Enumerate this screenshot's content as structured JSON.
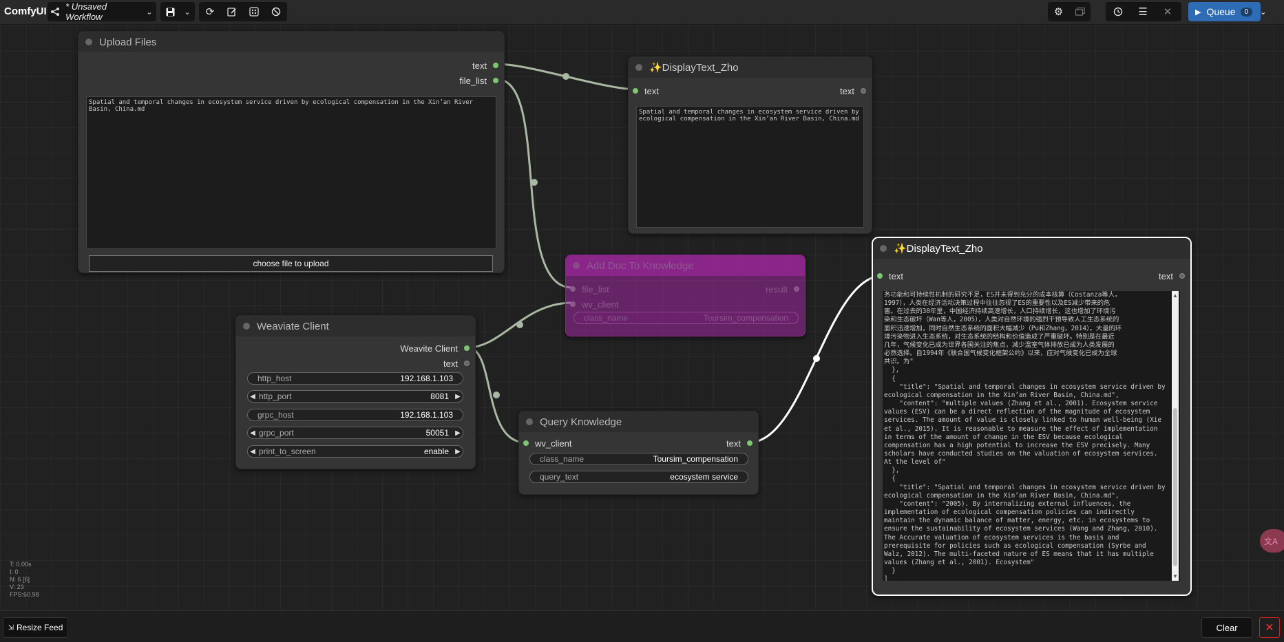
{
  "app": {
    "brand": "ComfyUI",
    "workflow_title": "* Unsaved Workflow"
  },
  "toolbar": {
    "queue_label": "Queue",
    "queue_count": "0"
  },
  "nodes": {
    "upload_files": {
      "title": "Upload Files",
      "outputs": [
        "text",
        "file_list"
      ],
      "text": "Spatial and temporal changes in ecosystem service driven by ecological compensation in the Xin’an River Basin, China.md",
      "button": "choose file to upload"
    },
    "display_text_1": {
      "title": "✨DisplayText_Zho",
      "input": "text",
      "output": "text",
      "text": "Spatial and temporal changes in ecosystem service driven by ecological compensation in the Xin’an River Basin, China.md"
    },
    "add_doc": {
      "title": "Add Doc To Knowledge",
      "inputs": [
        "file_list",
        "wv_client"
      ],
      "output": "result",
      "widget_label": "class_name",
      "widget_value": "Toursim_compensation"
    },
    "weaviate_client": {
      "title": "Weaviate Client",
      "outputs": [
        "Weavite Client",
        "text"
      ],
      "widgets": [
        {
          "label": "http_host",
          "value": "192.168.1.103",
          "arrows": false
        },
        {
          "label": "http_port",
          "value": "8081",
          "arrows": true
        },
        {
          "label": "grpc_host",
          "value": "192.168.1.103",
          "arrows": false
        },
        {
          "label": "grpc_port",
          "value": "50051",
          "arrows": true
        },
        {
          "label": "print_to_screen",
          "value": "enable",
          "arrows": true
        }
      ]
    },
    "query_knowledge": {
      "title": "Query Knowledge",
      "input": "wv_client",
      "output": "text",
      "widgets": [
        {
          "label": "class_name",
          "value": "Toursim_compensation"
        },
        {
          "label": "query_text",
          "value": "ecosystem service"
        }
      ]
    },
    "display_text_2": {
      "title": "✨DisplayText_Zho",
      "input": "text",
      "output": "text",
      "text": "务功能和可持续性机制的研究不足，ES并未得到充分的成本核算（Costanza等人，\n1997），人类在经济活动决策过程中往往忽视了ES的重要性以及ES减少带来的危\n害。在过去的30年里，中国经济持续高速增长，人口持续增长，这也增加了环境污\n染和生态破坏（Wan等人，2005），人类对自然环境的强烈干预导致人工生态系统的\n面积迅速增加，同时自然生态系统的面积大幅减少（Pu和Zhang，2014）。大量的环\n境污染物进入生态系统，对生态系统的结构和价值造成了严重破坏。特别是在最近\n几年，气候变化已成为世界各国关注的焦点，减少温室气体排放已成为人类发展的\n必然选择。自1994年《联合国气候变化框架公约》以来，应对气候变化已成为全球\n共识。为\"\n  },\n  {\n    \"title\": \"Spatial and temporal changes in ecosystem service driven by\necological compensation in the Xin’an River Basin, China.md\",\n    \"content\": \"multiple values (Zhang et al., 2001). Ecosystem service\nvalues (ESV) can be a direct reflection of the magnitude of ecosystem\nservices. The amount of value is closely linked to human well-being (Xie\net al., 2015). It is reasonable to measure the effect of implementation\nin terms of the amount of change in the ESV because ecological\ncompensation has a high potential to increase the ESV precisely. Many\nscholars have conducted studies on the valuation of ecosystem services.\nAt the level of\"\n  },\n  {\n    \"title\": \"Spatial and temporal changes in ecosystem service driven by\necological compensation in the Xin’an River Basin, China.md\",\n    \"content\": \"2005). By internalizing external influences, the\nimplementation of ecological compensation policies can indirectly\nmaintain the dynamic balance of matter, energy, etc. in ecosystems to\nensure the sustainability of ecosystem services (Wang and Zhang, 2010).\nThe Accurate valuation of ecosystem services is the basis and\nprerequisite for policies such as ecological compensation (Syrbe and\nWalz, 2012). The multi-faceted nature of ES means that it has multiple\nvalues (Zhang et al., 2001). Ecosystem\"\n  }\n]"
    }
  },
  "stats": [
    "T: 0.00s",
    "I: 0",
    "N: 6 [6]",
    "V: 23",
    "FPS:60.98"
  ],
  "bottom": {
    "resize_label": "Resize Feed",
    "clear_label": "Clear"
  },
  "colors": {
    "link": "#a9b8a3",
    "slot_connected": "#7ec672",
    "queue": "#2e6db5",
    "bypass": "#a828a8"
  },
  "icons": [
    "share-icon",
    "save-icon",
    "refresh-icon",
    "edit-icon",
    "fit-icon",
    "cancel-icon",
    "settings-icon",
    "gallery-icon",
    "history-icon",
    "list-icon",
    "close-icon",
    "play-icon",
    "translate-icon"
  ]
}
